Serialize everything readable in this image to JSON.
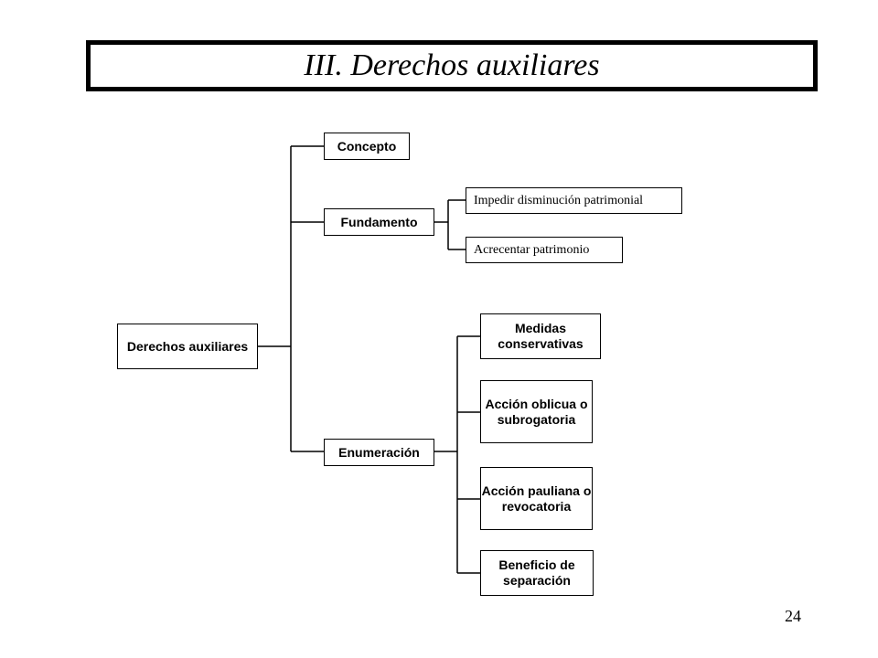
{
  "slide": {
    "title": "III. Derechos auxiliares",
    "page_number": "24"
  },
  "diagram": {
    "root": "Derechos auxiliares",
    "branches": {
      "concepto": "Concepto",
      "fundamento": "Fundamento",
      "enumeracion": "Enumeración"
    },
    "fundamento_items": [
      "Impedir disminución patrimonial",
      "Acrecentar patrimonio"
    ],
    "enumeracion_items": [
      "Medidas conservativas",
      "Acción oblicua o subrogatoria",
      "Acción pauliana o revocatoria",
      "Beneficio de separación"
    ]
  }
}
